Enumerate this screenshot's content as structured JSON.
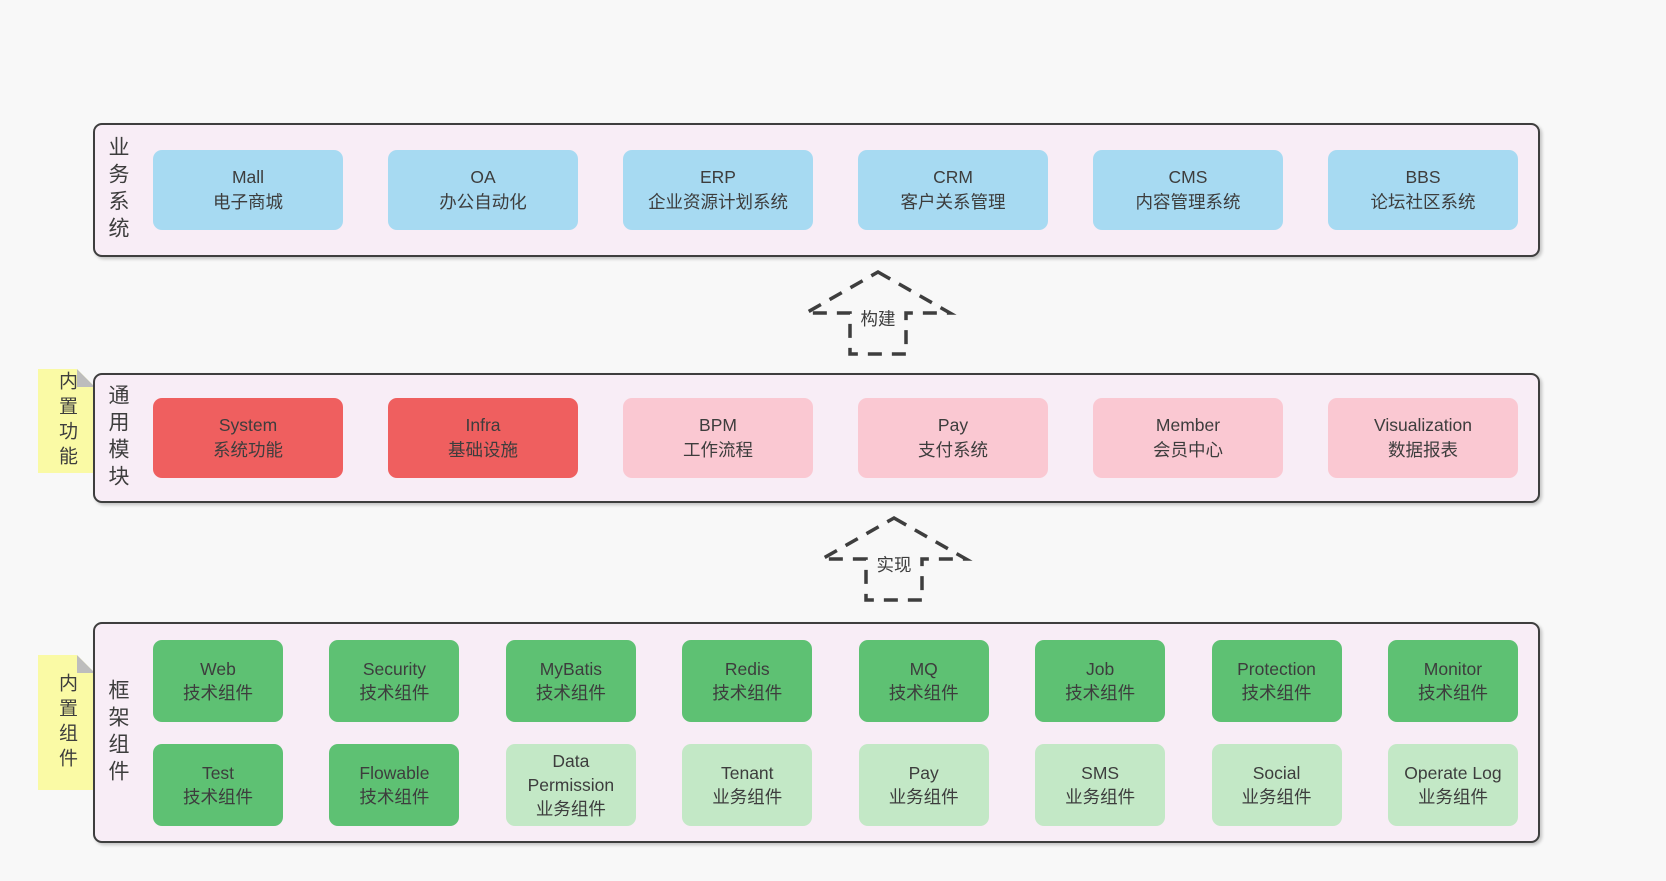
{
  "colors": {
    "page_bg": "#f8f8f8",
    "panel_bg": "#f8edf6",
    "panel_border": "#3e3e3e",
    "box_blue": "#a7daf2",
    "box_red": "#ef5f5f",
    "box_pink": "#fac8d2",
    "box_green": "#5ec173",
    "box_green_light": "#c3e8c6",
    "note_yellow": "#fafaa5",
    "note_fold": "#bdbdbd",
    "text": "#3d3d3d"
  },
  "arrows": [
    {
      "id": "build",
      "label": "构建"
    },
    {
      "id": "implement",
      "label": "实现"
    }
  ],
  "sections": [
    {
      "id": "business-systems",
      "label": "业务系统",
      "note": null,
      "rows": [
        [
          {
            "name": "Mall",
            "desc": "电子商城",
            "variant": "blue"
          },
          {
            "name": "OA",
            "desc": "办公自动化",
            "variant": "blue"
          },
          {
            "name": "ERP",
            "desc": "企业资源计划系统",
            "variant": "blue"
          },
          {
            "name": "CRM",
            "desc": "客户关系管理",
            "variant": "blue"
          },
          {
            "name": "CMS",
            "desc": "内容管理系统",
            "variant": "blue"
          },
          {
            "name": "BBS",
            "desc": "论坛社区系统",
            "variant": "blue"
          }
        ]
      ]
    },
    {
      "id": "common-modules",
      "label": "通用模块",
      "note": "内置功能",
      "rows": [
        [
          {
            "name": "System",
            "desc": "系统功能",
            "variant": "red"
          },
          {
            "name": "Infra",
            "desc": "基础设施",
            "variant": "red"
          },
          {
            "name": "BPM",
            "desc": "工作流程",
            "variant": "pink"
          },
          {
            "name": "Pay",
            "desc": "支付系统",
            "variant": "pink"
          },
          {
            "name": "Member",
            "desc": "会员中心",
            "variant": "pink"
          },
          {
            "name": "Visualization",
            "desc": "数据报表",
            "variant": "pink"
          }
        ]
      ]
    },
    {
      "id": "framework-components",
      "label": "框架组件",
      "note": "内置组件",
      "rows": [
        [
          {
            "name": "Web",
            "desc": "技术组件",
            "variant": "green"
          },
          {
            "name": "Security",
            "desc": "技术组件",
            "variant": "green"
          },
          {
            "name": "MyBatis",
            "desc": "技术组件",
            "variant": "green"
          },
          {
            "name": "Redis",
            "desc": "技术组件",
            "variant": "green"
          },
          {
            "name": "MQ",
            "desc": "技术组件",
            "variant": "green"
          },
          {
            "name": "Job",
            "desc": "技术组件",
            "variant": "green"
          },
          {
            "name": "Protection",
            "desc": "技术组件",
            "variant": "green"
          },
          {
            "name": "Monitor",
            "desc": "技术组件",
            "variant": "green"
          }
        ],
        [
          {
            "name": "Test",
            "desc": "技术组件",
            "variant": "green"
          },
          {
            "name": "Flowable",
            "desc": "技术组件",
            "variant": "green"
          },
          {
            "name": "Data Permission",
            "desc": "业务组件",
            "variant": "green-light"
          },
          {
            "name": "Tenant",
            "desc": "业务组件",
            "variant": "green-light"
          },
          {
            "name": "Pay",
            "desc": "业务组件",
            "variant": "green-light"
          },
          {
            "name": "SMS",
            "desc": "业务组件",
            "variant": "green-light"
          },
          {
            "name": "Social",
            "desc": "业务组件",
            "variant": "green-light"
          },
          {
            "name": "Operate Log",
            "desc": "业务组件",
            "variant": "green-light"
          }
        ]
      ]
    }
  ]
}
